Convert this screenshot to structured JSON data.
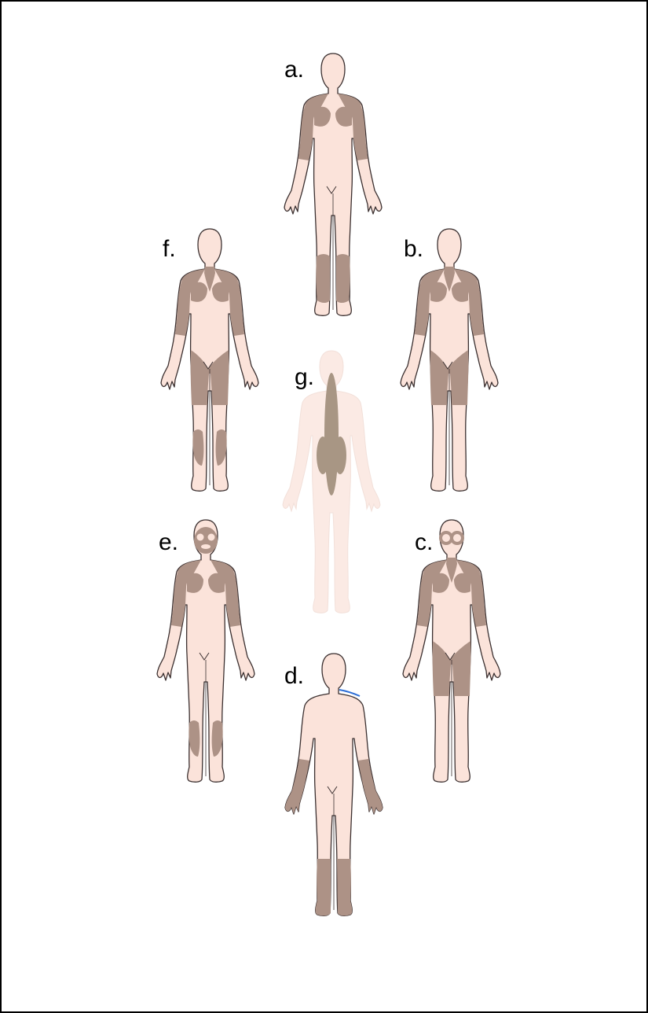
{
  "colors": {
    "skin": "#fbe3da",
    "outline": "#3b3030",
    "affected": "#ad9286",
    "spine": "#a89684",
    "faded_skin": "#f8d9ce",
    "neck_mark": "#2f6fd6"
  },
  "figures": [
    {
      "id": "a",
      "label": "a.",
      "view": "front",
      "affected_regions": [
        "shoulders",
        "chest-upper",
        "upper-arms",
        "lower-legs"
      ]
    },
    {
      "id": "b",
      "label": "b.",
      "view": "front",
      "affected_regions": [
        "neck",
        "shoulders",
        "chest-upper",
        "upper-arms",
        "pelvis",
        "thighs"
      ]
    },
    {
      "id": "c",
      "label": "c.",
      "view": "front",
      "affected_regions": [
        "periorbital",
        "neck",
        "shoulders",
        "chest-upper",
        "upper-arms",
        "pelvis",
        "thighs"
      ]
    },
    {
      "id": "d",
      "label": "d.",
      "view": "back",
      "affected_regions": [
        "forearms",
        "hands",
        "lower-legs",
        "feet"
      ]
    },
    {
      "id": "e",
      "label": "e.",
      "view": "front",
      "affected_regions": [
        "face",
        "shoulders",
        "chest-upper",
        "upper-arms",
        "calves"
      ]
    },
    {
      "id": "f",
      "label": "f.",
      "view": "front",
      "affected_regions": [
        "neck",
        "shoulders",
        "chest-upper",
        "upper-arms",
        "pelvis",
        "thighs",
        "calves"
      ]
    },
    {
      "id": "g",
      "label": "g.",
      "view": "back",
      "affected_regions": [
        "paraspinal"
      ]
    }
  ]
}
